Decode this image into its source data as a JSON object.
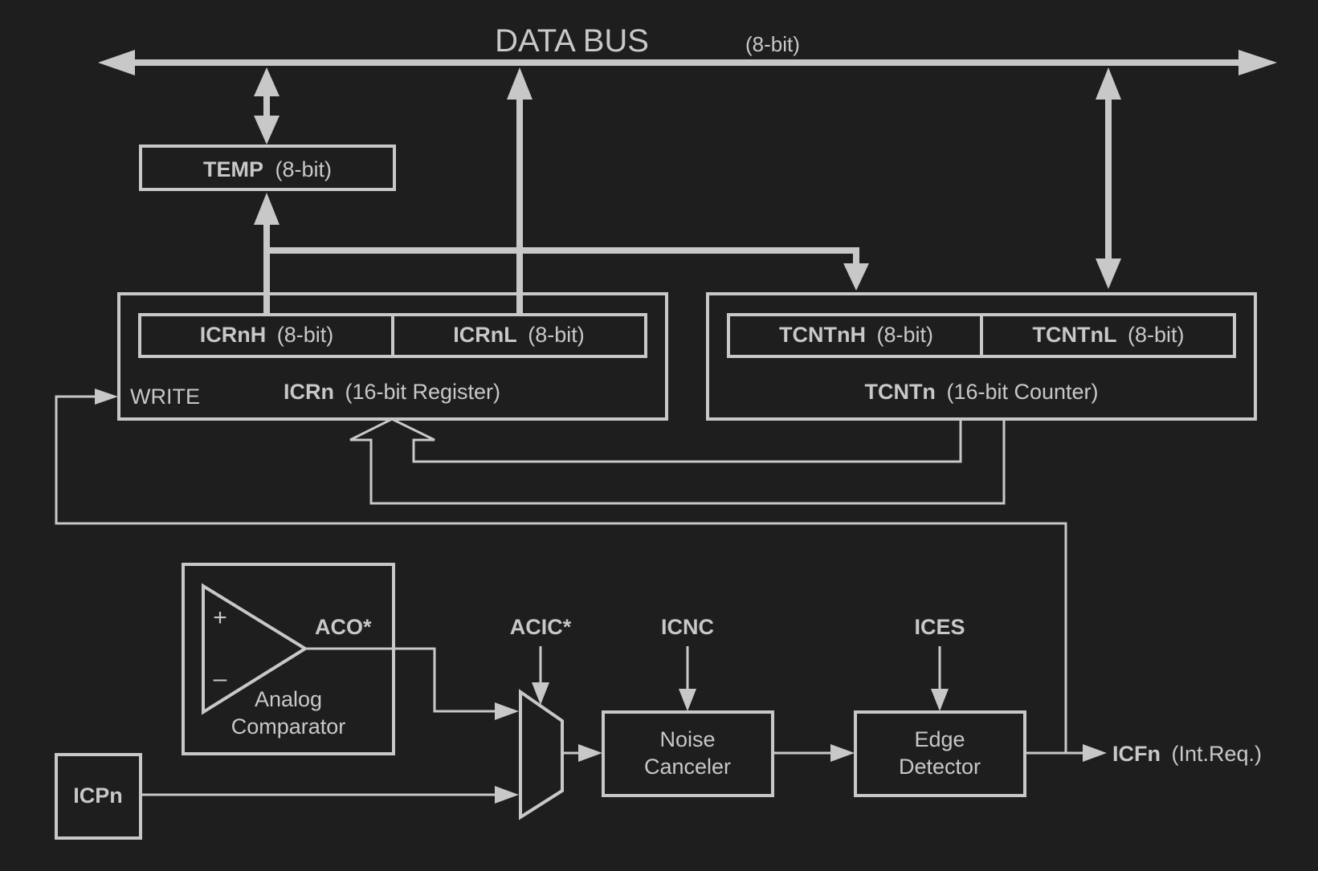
{
  "bus": {
    "title": "DATA BUS",
    "width": "(8-bit)"
  },
  "temp": {
    "name": "TEMP",
    "width": "(8-bit)"
  },
  "icrn": {
    "high_name": "ICRnH",
    "high_width": "(8-bit)",
    "low_name": "ICRnL",
    "low_width": "(8-bit)",
    "name": "ICRn",
    "desc": "(16-bit Register)",
    "write_label": "WRITE"
  },
  "tcntn": {
    "high_name": "TCNTnH",
    "high_width": "(8-bit)",
    "low_name": "TCNTnL",
    "low_width": "(8-bit)",
    "name": "TCNTn",
    "desc": "(16-bit Counter)"
  },
  "comparator": {
    "plus": "+",
    "minus": "–",
    "output": "ACO*",
    "label_line1": "Analog",
    "label_line2": "Comparator"
  },
  "icpn": "ICPn",
  "acic": "ACIC*",
  "icnc": "ICNC",
  "ices": "ICES",
  "noise": {
    "line1": "Noise",
    "line2": "Canceler"
  },
  "edge": {
    "line1": "Edge",
    "line2": "Detector"
  },
  "icfn": {
    "name": "ICFn",
    "desc": "(Int.Req.)"
  },
  "colors": {
    "background": "#1e1e1e",
    "foreground": "#c8c8c8"
  }
}
